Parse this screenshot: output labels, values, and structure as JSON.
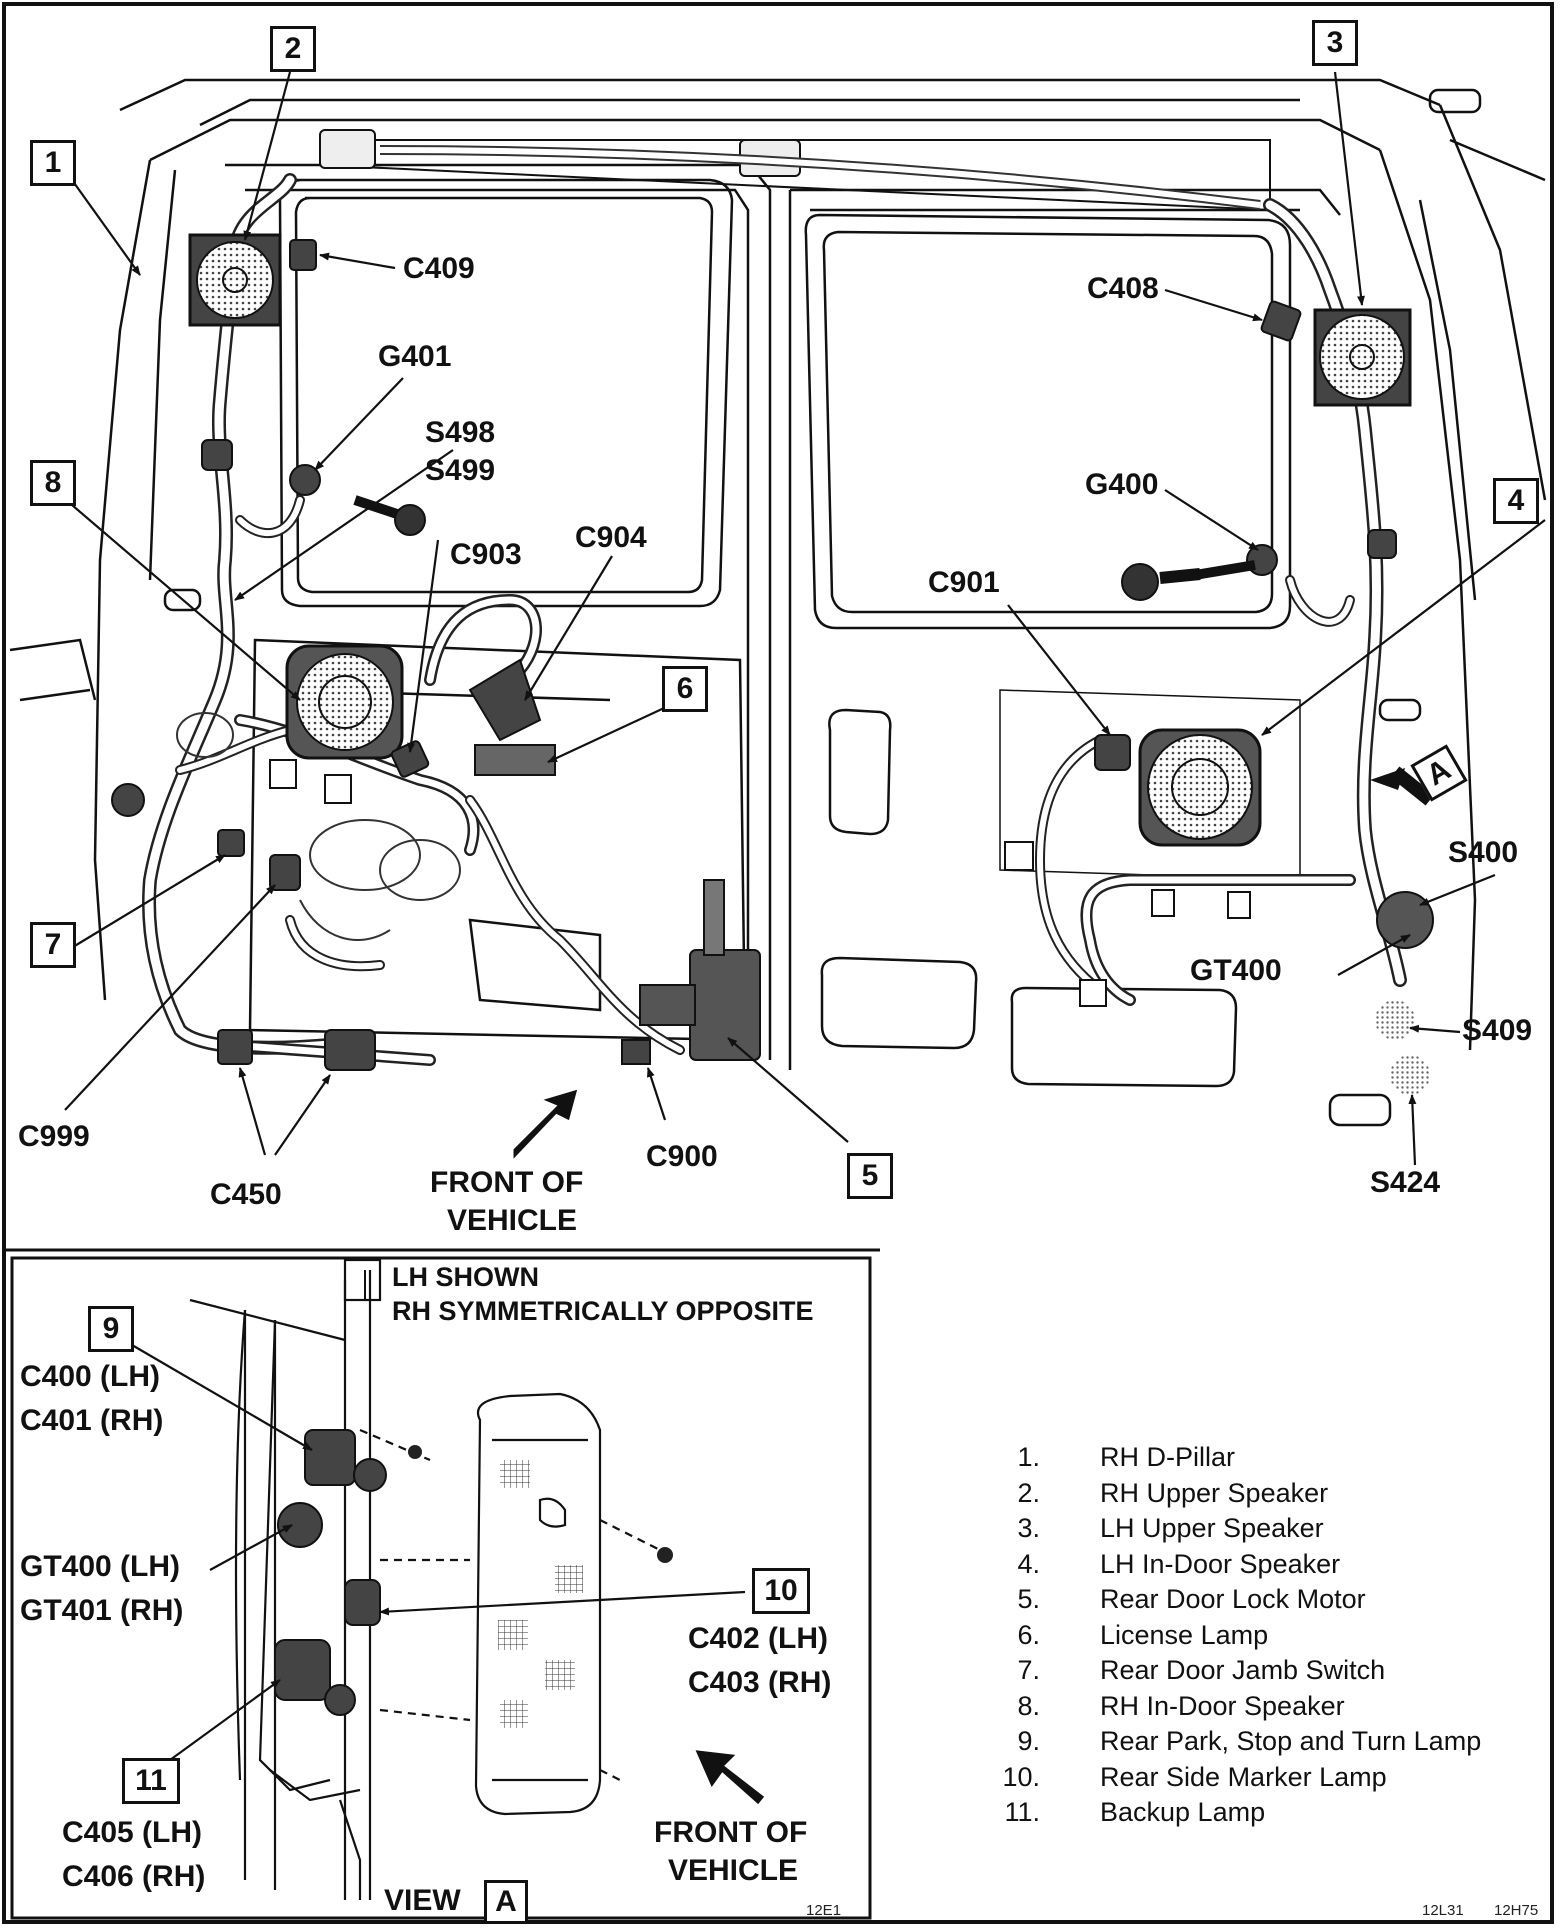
{
  "callouts": {
    "c409": "C409",
    "g401": "G401",
    "s498": "S498",
    "s499": "S499",
    "c903": "C903",
    "c904": "C904",
    "c408": "C408",
    "g400": "G400",
    "c901": "C901",
    "s400": "S400",
    "gt400": "GT400",
    "s409": "S409",
    "s424": "S424",
    "c999": "C999",
    "c450": "C450",
    "c900": "C900",
    "front1": "FRONT OF",
    "front2": "VEHICLE",
    "view_a_box": "A",
    "lh_shown": "LH SHOWN",
    "rh_sym": "RH SYMMETRICALLY OPPOSITE",
    "c400": "C400 (LH)",
    "c401": "C401 (RH)",
    "gt400lh": "GT400 (LH)",
    "gt401rh": "GT401 (RH)",
    "c402": "C402 (LH)",
    "c403": "C403 (RH)",
    "c405": "C405 (LH)",
    "c406": "C406 (RH)",
    "inset_front1": "FRONT OF",
    "inset_front2": "VEHICLE",
    "view_text": "VIEW",
    "view_box": "A",
    "code_12e1": "12E1",
    "code_12l31": "12L31",
    "code_12h75": "12H75"
  },
  "numbers": {
    "n1": "1",
    "n2": "2",
    "n3": "3",
    "n4": "4",
    "n5": "5",
    "n6": "6",
    "n7": "7",
    "n8": "8",
    "n9": "9",
    "n10": "10",
    "n11": "11"
  },
  "legend": [
    {
      "num": "1.",
      "text": "RH D-Pillar"
    },
    {
      "num": "2.",
      "text": "RH Upper Speaker"
    },
    {
      "num": "3.",
      "text": "LH Upper Speaker"
    },
    {
      "num": "4.",
      "text": "LH In-Door Speaker"
    },
    {
      "num": "5.",
      "text": "Rear Door Lock Motor"
    },
    {
      "num": "6.",
      "text": "License Lamp"
    },
    {
      "num": "7.",
      "text": "Rear Door Jamb Switch"
    },
    {
      "num": "8.",
      "text": "RH In-Door Speaker"
    },
    {
      "num": "9.",
      "text": "Rear Park, Stop and Turn Lamp"
    },
    {
      "num": "10.",
      "text": "Rear Side Marker Lamp"
    },
    {
      "num": "11.",
      "text": "Backup Lamp"
    }
  ]
}
